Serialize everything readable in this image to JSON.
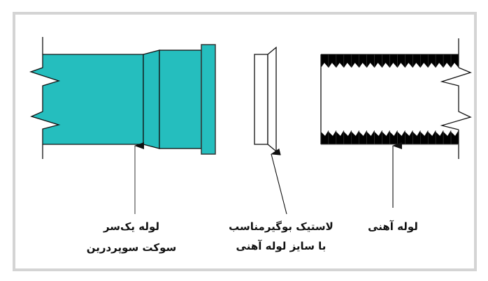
{
  "colors": {
    "pipe_fill": "#25BEBE",
    "outline": "#111111",
    "frame": "#d4d4d4"
  },
  "labels": {
    "socket_pipe": [
      "لوله یک‌سر",
      "سوکت سوپردرین"
    ],
    "rubber_gasket": [
      "لاستیک بوگیرمناسب",
      "با سایز لوله آهنی"
    ],
    "iron_pipe": [
      "لوله آهنی"
    ]
  },
  "thread_teeth_count": 18
}
